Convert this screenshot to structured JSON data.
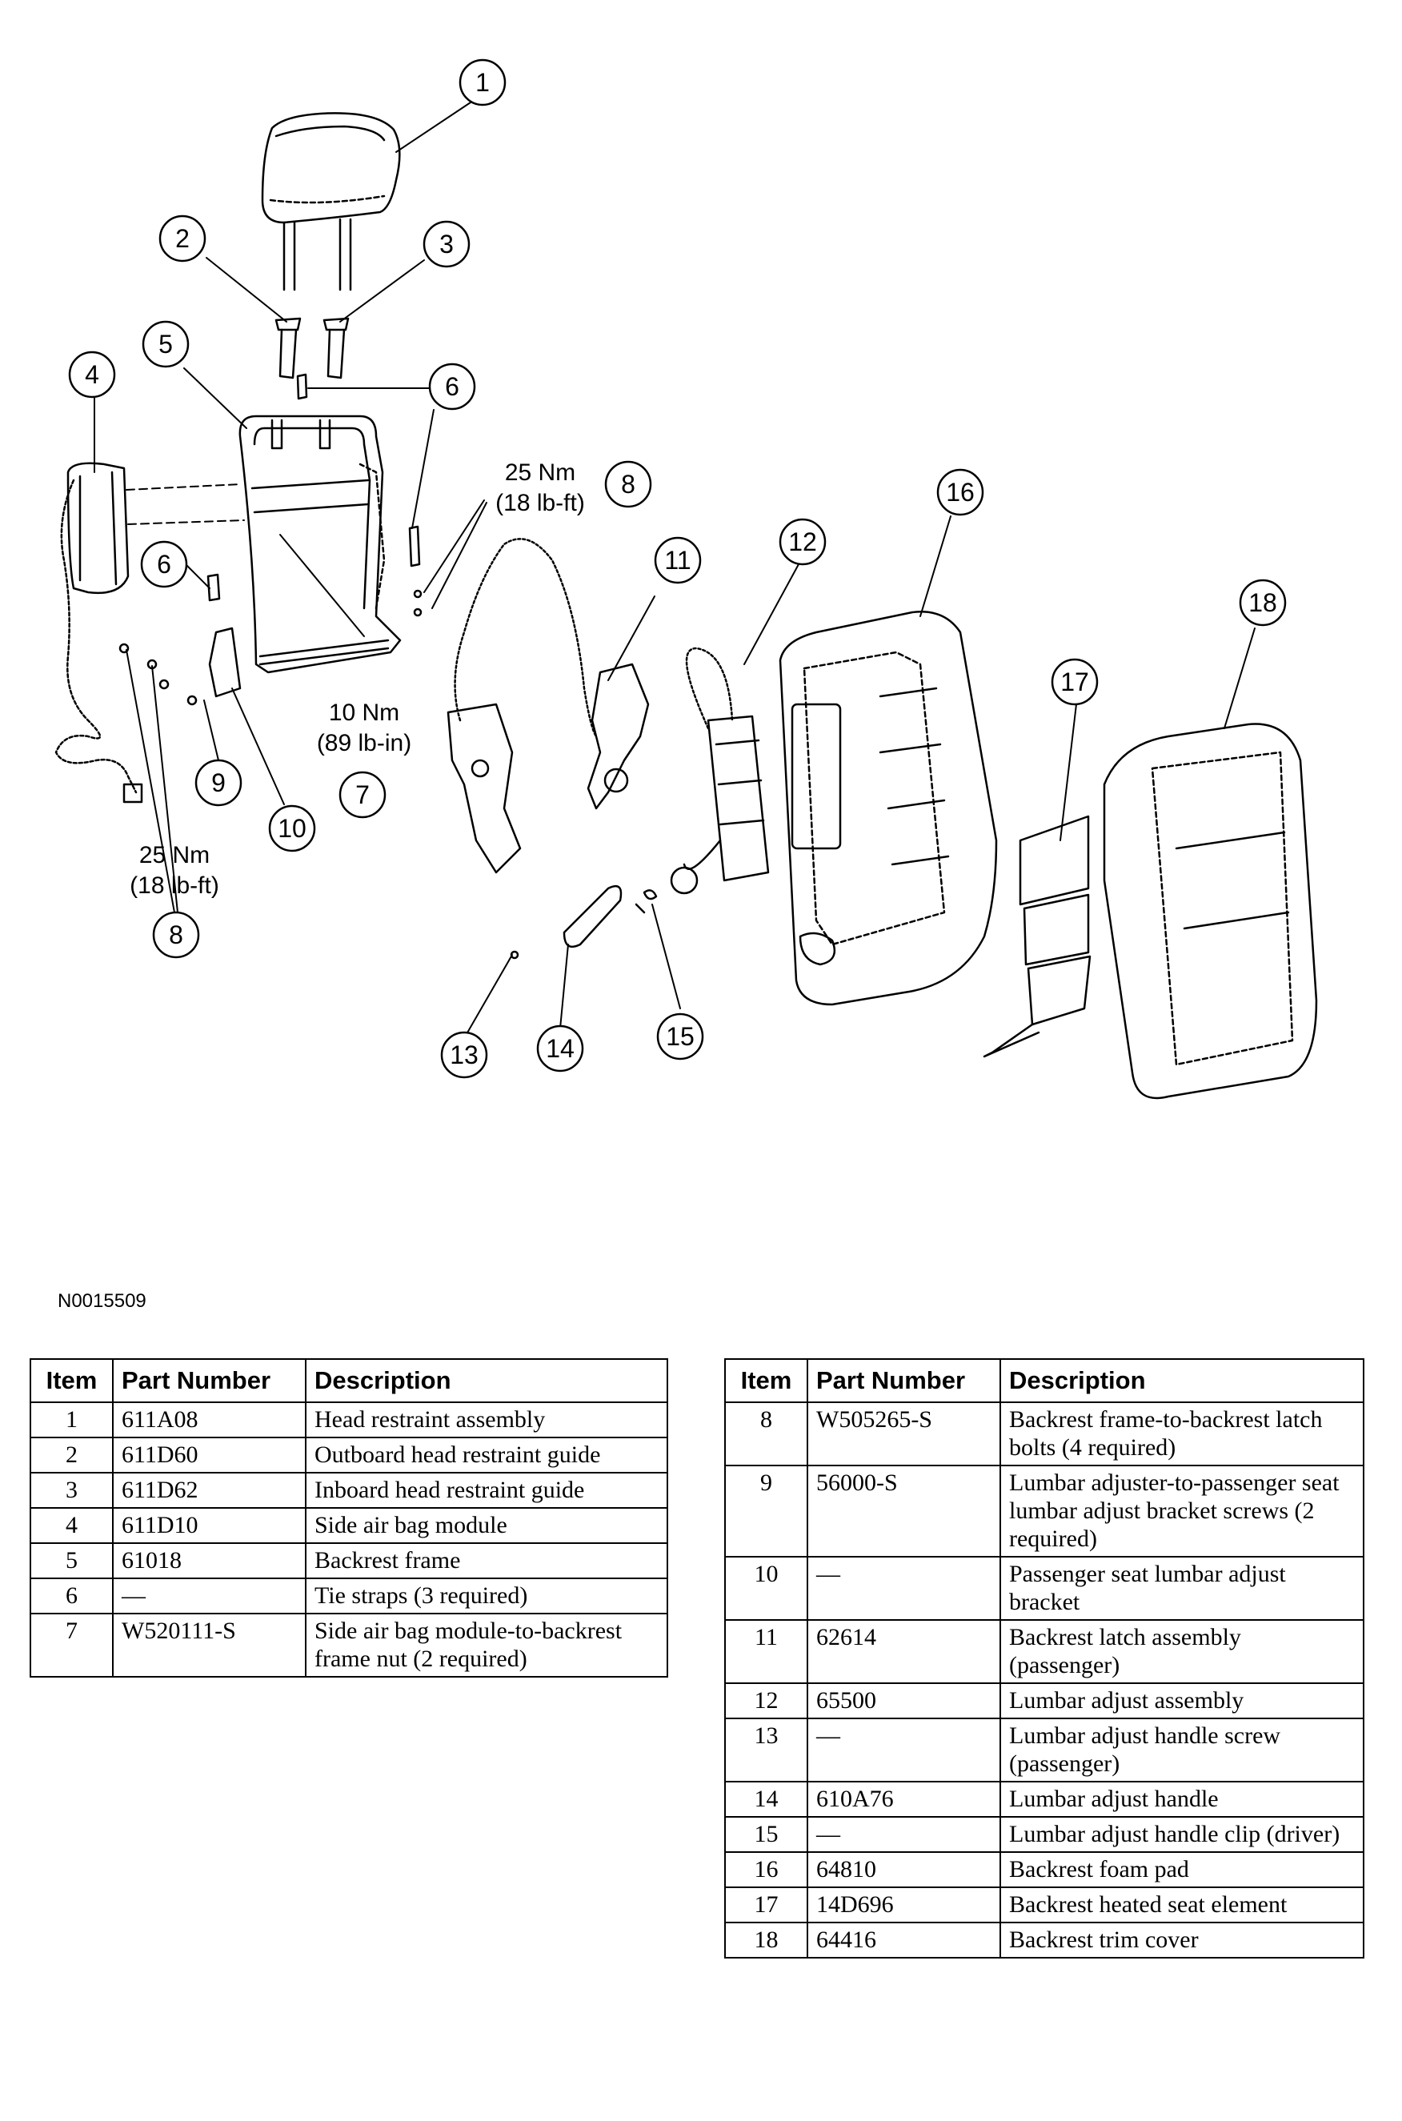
{
  "figure_id": "N0015509",
  "callouts": [
    "1",
    "2",
    "3",
    "4",
    "5",
    "6",
    "6",
    "8",
    "11",
    "12",
    "16",
    "18",
    "17",
    "7",
    "9",
    "10",
    "8",
    "13",
    "14",
    "15"
  ],
  "torques": {
    "t8_upper": {
      "nm": "25 Nm",
      "lbft": "(18 lb-ft)"
    },
    "t7": {
      "nm": "10 Nm",
      "lbin": "(89 lb-in)"
    },
    "t8_lower": {
      "nm": "25 Nm",
      "lbft": "(18 lb-ft)"
    }
  },
  "table_headers": {
    "item": "Item",
    "part_number": "Part Number",
    "description": "Description"
  },
  "parts_left": [
    {
      "item": "1",
      "part_number": "611A08",
      "description": "Head restraint assembly"
    },
    {
      "item": "2",
      "part_number": "611D60",
      "description": "Outboard head restraint guide"
    },
    {
      "item": "3",
      "part_number": "611D62",
      "description": "Inboard head restraint guide"
    },
    {
      "item": "4",
      "part_number": "611D10",
      "description": "Side air bag module"
    },
    {
      "item": "5",
      "part_number": "61018",
      "description": "Backrest frame"
    },
    {
      "item": "6",
      "part_number": "—",
      "description": "Tie straps (3 required)"
    },
    {
      "item": "7",
      "part_number": "W520111-S",
      "description": "Side air bag module-to-backrest frame nut (2 required)"
    }
  ],
  "parts_right": [
    {
      "item": "8",
      "part_number": "W505265-S",
      "description": "Backrest frame-to-backrest latch bolts (4 required)"
    },
    {
      "item": "9",
      "part_number": "56000-S",
      "description": "Lumbar adjuster-to-passenger seat lumbar adjust bracket screws (2 required)"
    },
    {
      "item": "10",
      "part_number": "—",
      "description": "Passenger seat lumbar adjust bracket"
    },
    {
      "item": "11",
      "part_number": "62614",
      "description": "Backrest latch assembly (passenger)"
    },
    {
      "item": "12",
      "part_number": "65500",
      "description": "Lumbar adjust assembly"
    },
    {
      "item": "13",
      "part_number": "—",
      "description": "Lumbar adjust handle screw (passenger)"
    },
    {
      "item": "14",
      "part_number": "610A76",
      "description": "Lumbar adjust handle"
    },
    {
      "item": "15",
      "part_number": "—",
      "description": "Lumbar adjust handle clip (driver)"
    },
    {
      "item": "16",
      "part_number": "64810",
      "description": "Backrest foam pad"
    },
    {
      "item": "17",
      "part_number": "14D696",
      "description": "Backrest heated seat element"
    },
    {
      "item": "18",
      "part_number": "64416",
      "description": "Backrest trim cover"
    }
  ]
}
